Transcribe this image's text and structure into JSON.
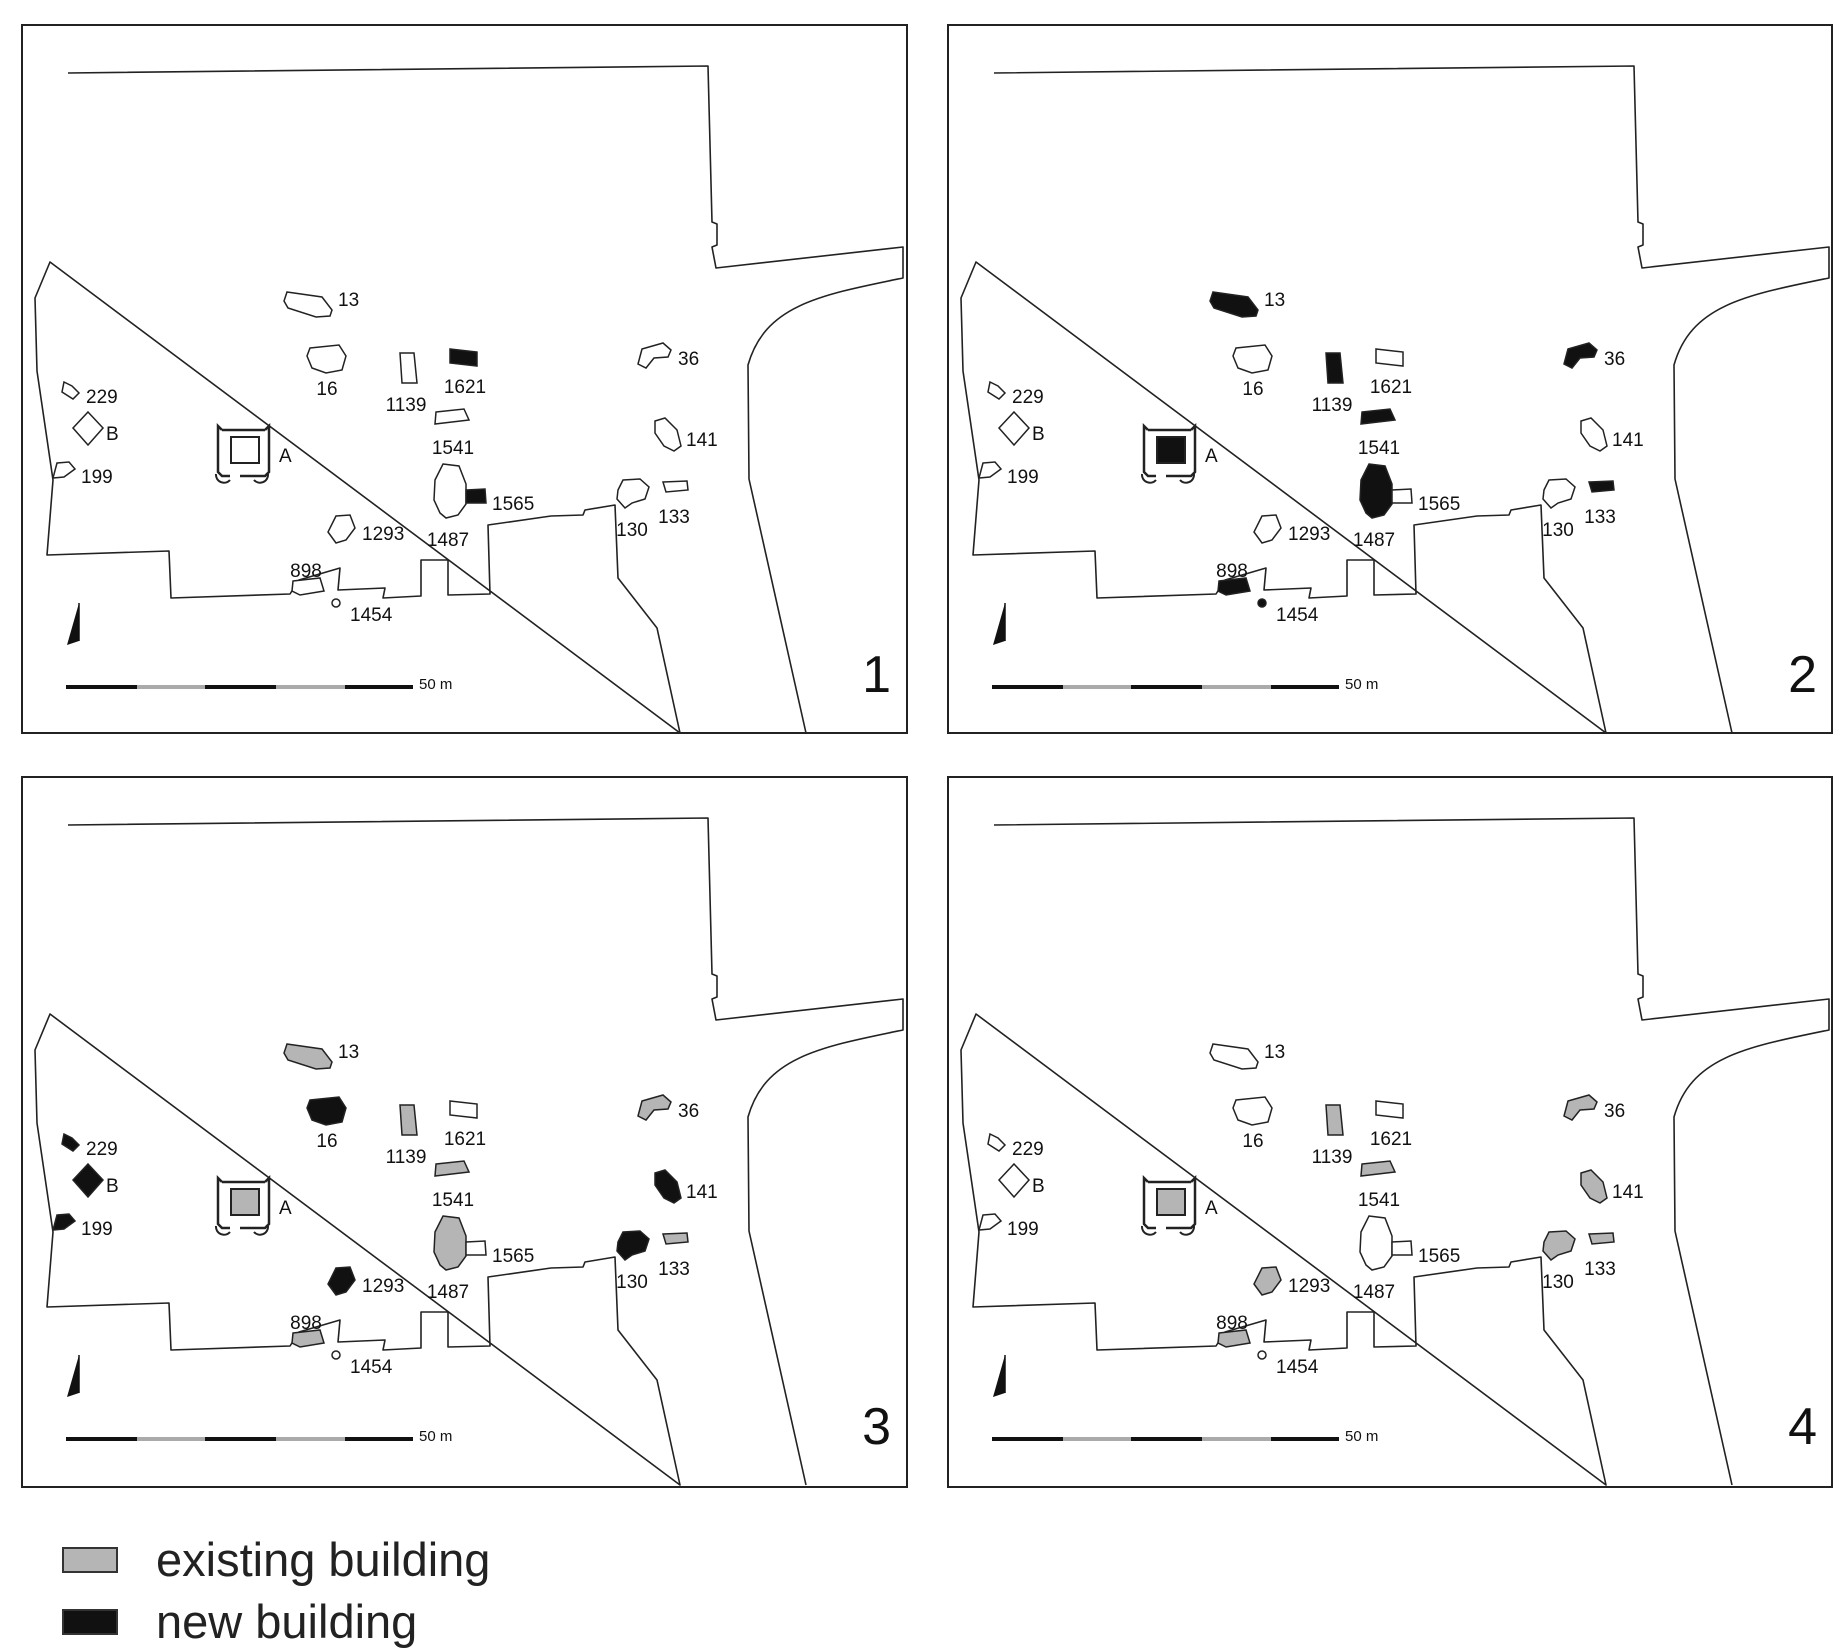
{
  "colors": {
    "existing": "#b5b5b5",
    "new": "#111111",
    "empty": "#ffffff",
    "line": "#222222"
  },
  "scale_label": "50 m",
  "panels": [
    {
      "number": "1",
      "states": {
        "1621": "new",
        "1565": "new"
      }
    },
    {
      "number": "2",
      "states": {
        "13": "new",
        "1139": "new",
        "1541": "new",
        "1487": "new",
        "36": "new",
        "133": "new",
        "898": "new",
        "1454": "new",
        "A": "new"
      }
    },
    {
      "number": "3",
      "states": {
        "13": "existing",
        "1139": "existing",
        "1541": "existing",
        "1487": "existing",
        "36": "existing",
        "133": "existing",
        "898": "existing",
        "A": "existing",
        "16": "new",
        "229": "new",
        "B": "new",
        "199": "new",
        "1293": "new",
        "141": "new",
        "130": "new"
      }
    },
    {
      "number": "4",
      "states": {
        "1139": "existing",
        "1541": "existing",
        "36": "existing",
        "133": "existing",
        "898": "existing",
        "A": "existing",
        "141": "existing",
        "130": "existing",
        "1293": "existing"
      }
    }
  ],
  "buildings": [
    {
      "id": "13",
      "label": "13"
    },
    {
      "id": "16",
      "label": "16"
    },
    {
      "id": "1139",
      "label": "1139"
    },
    {
      "id": "1621",
      "label": "1621"
    },
    {
      "id": "1541",
      "label": "1541"
    },
    {
      "id": "1487",
      "label": "1487"
    },
    {
      "id": "1565",
      "label": "1565"
    },
    {
      "id": "36",
      "label": "36"
    },
    {
      "id": "141",
      "label": "141"
    },
    {
      "id": "130",
      "label": "130"
    },
    {
      "id": "133",
      "label": "133"
    },
    {
      "id": "229",
      "label": "229"
    },
    {
      "id": "B",
      "label": "B"
    },
    {
      "id": "199",
      "label": "199"
    },
    {
      "id": "A",
      "label": "A"
    },
    {
      "id": "1293",
      "label": "1293"
    },
    {
      "id": "898",
      "label": "898"
    },
    {
      "id": "1454",
      "label": "1454"
    }
  ],
  "legend": [
    {
      "label": "existing building",
      "state": "existing"
    },
    {
      "label": "new building",
      "state": "new"
    }
  ]
}
